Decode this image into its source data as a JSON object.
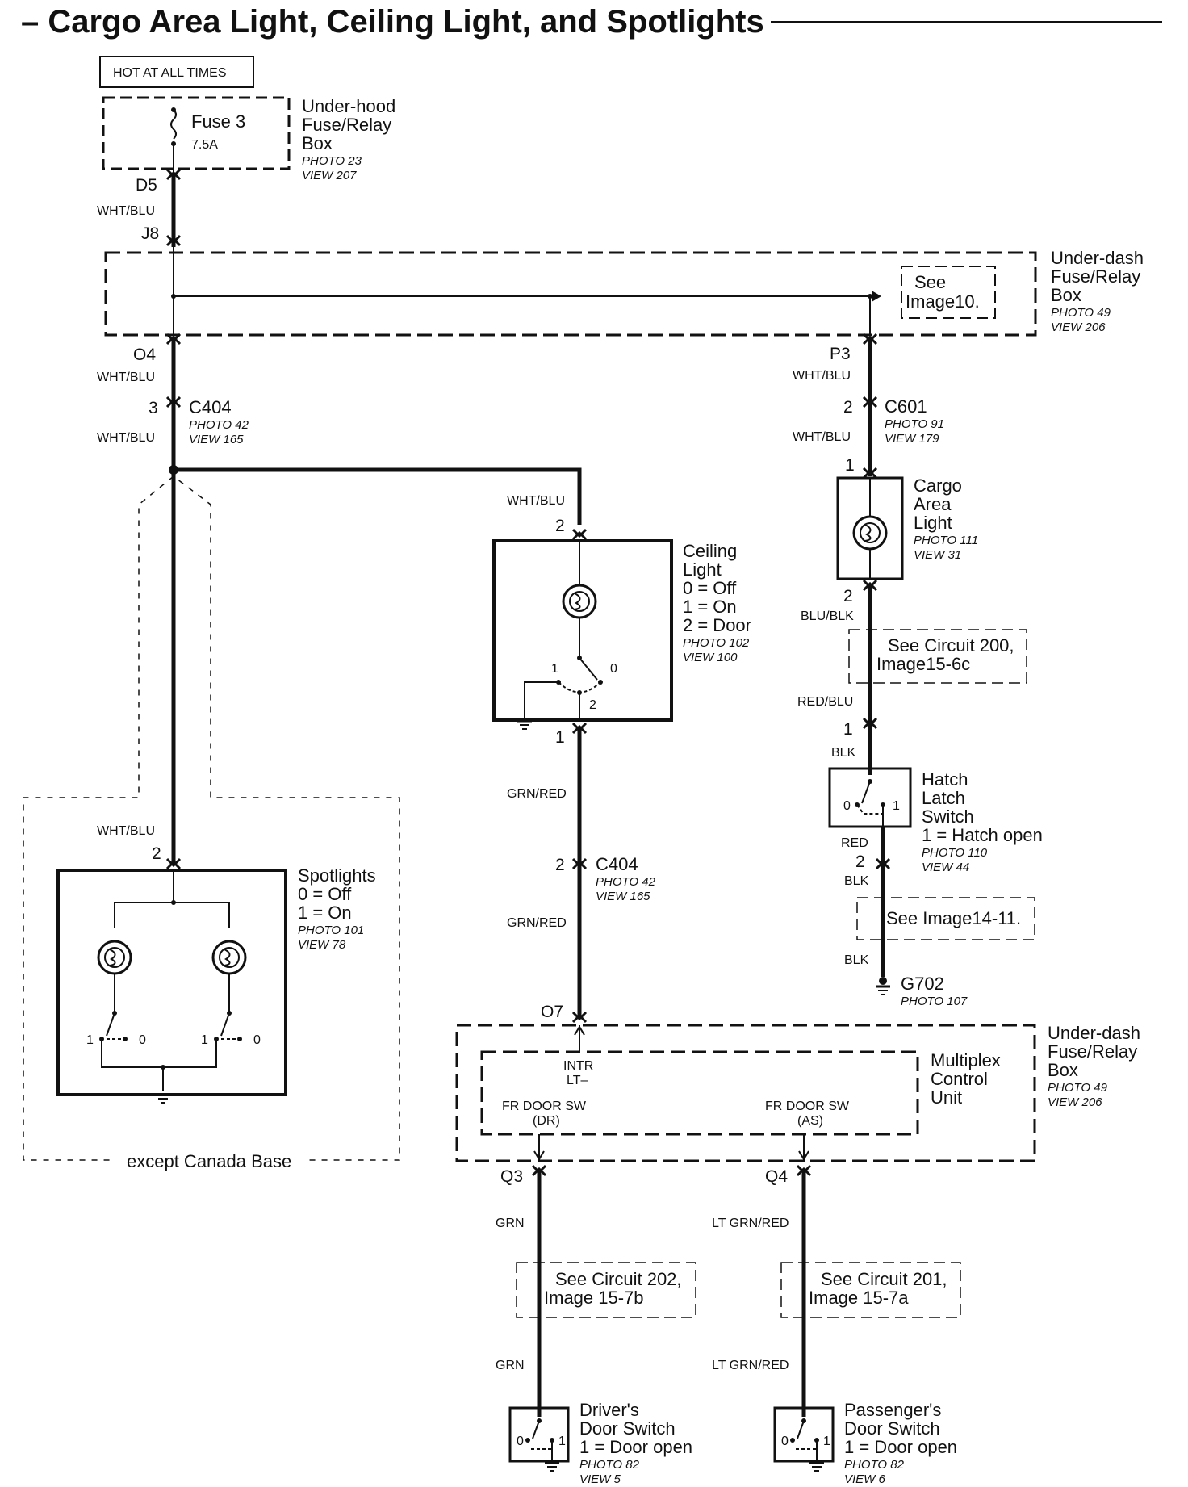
{
  "title": "– Cargo Area Light, Ceiling Light, and Spotlights",
  "hot_label": "HOT AT ALL TIMES",
  "fuse": {
    "name": "Fuse 3",
    "rating": "7.5A"
  },
  "underhood_box": {
    "l1": "Under-hood",
    "l2": "Fuse/Relay",
    "l3": "Box",
    "photo": "PHOTO 23",
    "view": "VIEW 207"
  },
  "underdash_box": {
    "l1": "Under-dash",
    "l2": "Fuse/Relay",
    "l3": "Box",
    "photo": "PHOTO 49",
    "view": "VIEW 206"
  },
  "see_image10": {
    "l1": "See",
    "l2": "Image10."
  },
  "pins": {
    "d5": "D5",
    "j8": "J8",
    "o4": "O4",
    "p3": "P3",
    "o7": "O7",
    "q3": "Q3",
    "q4": "Q4"
  },
  "wires": {
    "wht_blu": "WHT/BLU",
    "blu_blk": "BLU/BLK",
    "red_blu": "RED/BLU",
    "blk": "BLK",
    "red": "RED",
    "grn_red": "GRN/RED",
    "grn": "GRN",
    "lt_grn_red": "LT GRN/RED"
  },
  "c404_left": {
    "pin": "3",
    "name": "C404",
    "photo": "PHOTO 42",
    "view": "VIEW 165"
  },
  "c601": {
    "pin": "2",
    "name": "C601",
    "photo": "PHOTO 91",
    "view": "VIEW 179"
  },
  "c404_mid": {
    "pin": "2",
    "name": "C404",
    "photo": "PHOTO 42",
    "view": "VIEW 165"
  },
  "cargo_light": {
    "pin_top": "1",
    "pin_bot": "2",
    "l1": "Cargo",
    "l2": "Area",
    "l3": "Light",
    "photo": "PHOTO 111",
    "view": "VIEW 31"
  },
  "see_circuit200": {
    "l1": "See Circuit 200,",
    "l2": "Image15-6c"
  },
  "hatch_switch": {
    "pin_top": "1",
    "pin_bot": "2",
    "l1": "Hatch",
    "l2": "Latch",
    "l3": "Switch",
    "l4": "1 = Hatch open",
    "photo": "PHOTO 110",
    "view": "VIEW 44",
    "pos0": "0",
    "pos1": "1"
  },
  "see_image14": {
    "l1": "See Image14-11."
  },
  "ground_g702": {
    "name": "G702",
    "photo": "PHOTO 107"
  },
  "ceiling_light": {
    "pin_top": "2",
    "pin_bot": "1",
    "l1": "Ceiling",
    "l2": "Light",
    "l3": "0 = Off",
    "l4": "1 = On",
    "l5": "2 = Door",
    "photo": "PHOTO 102",
    "view": "VIEW 100",
    "pos0": "0",
    "pos1": "1",
    "pos2": "2"
  },
  "spotlights": {
    "pin_top": "2",
    "l1": "Spotlights",
    "l2": "0 = Off",
    "l3": "1 = On",
    "photo": "PHOTO 101",
    "view": "VIEW 78",
    "pos0": "0",
    "pos1": "1"
  },
  "except_canada": "except Canada Base",
  "multiplex": {
    "l1": "Multiplex",
    "l2": "Control",
    "l3": "Unit",
    "intr1": "INTR",
    "intr2": "LT–",
    "frdr1": "FR DOOR SW",
    "frdr2": "(DR)",
    "fras1": "FR DOOR SW",
    "fras2": "(AS)"
  },
  "see_circuit202": {
    "l1": "See Circuit 202,",
    "l2": "Image 15-7b"
  },
  "see_circuit201": {
    "l1": "See Circuit 201,",
    "l2": "Image 15-7a"
  },
  "driver_switch": {
    "l1": "Driver's",
    "l2": "Door Switch",
    "l3": "1 = Door open",
    "photo": "PHOTO 82",
    "view": "VIEW 5",
    "pos0": "0",
    "pos1": "1"
  },
  "passenger_switch": {
    "l1": "Passenger's",
    "l2": "Door Switch",
    "l3": "1 = Door open",
    "photo": "PHOTO 82",
    "view": "VIEW 6",
    "pos0": "0",
    "pos1": "1"
  }
}
